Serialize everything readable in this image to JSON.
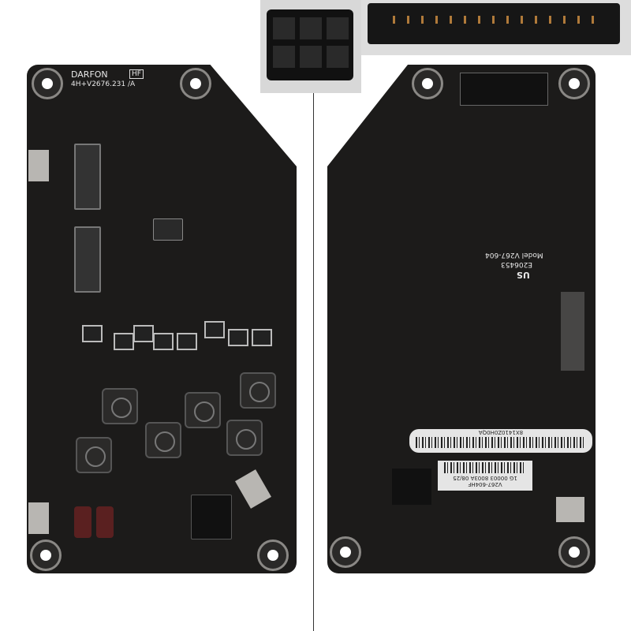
{
  "left_board": {
    "brand": "DARFON",
    "hf_mark": "HF",
    "part_number": "4H+V2676.231 /A"
  },
  "right_board": {
    "ul_mark": "US",
    "file_number": "E206453",
    "model": "Model V267-604",
    "serial_label": "8X1410Z0H0QA",
    "small_label_lines": [
      "V267-604HF",
      "1G 00003 8003A 08/25"
    ]
  }
}
